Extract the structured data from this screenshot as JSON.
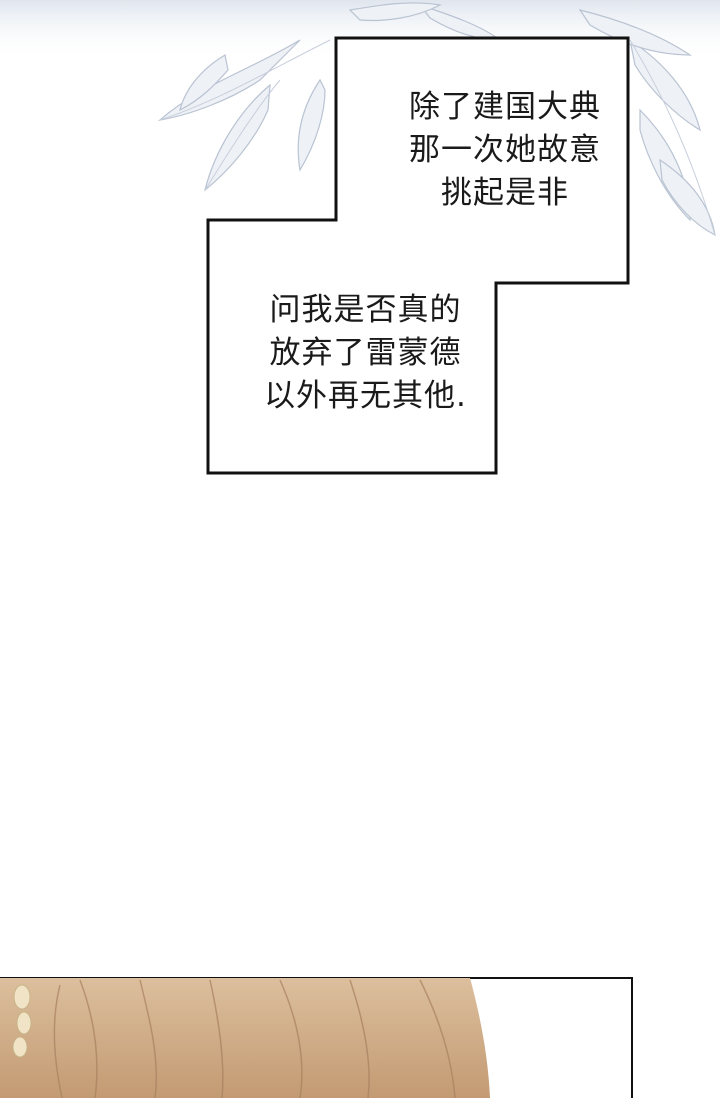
{
  "caption_top": {
    "lines": [
      "除了建国大典",
      "那一次她故意",
      "挑起是非"
    ]
  },
  "caption_bottom": {
    "lines": [
      "问我是否真的",
      "放弃了雷蒙德",
      "以外再无其他."
    ]
  },
  "colors": {
    "foliage": "#b9c3d2",
    "hair": "#c9a07a",
    "outline": "#111111"
  }
}
